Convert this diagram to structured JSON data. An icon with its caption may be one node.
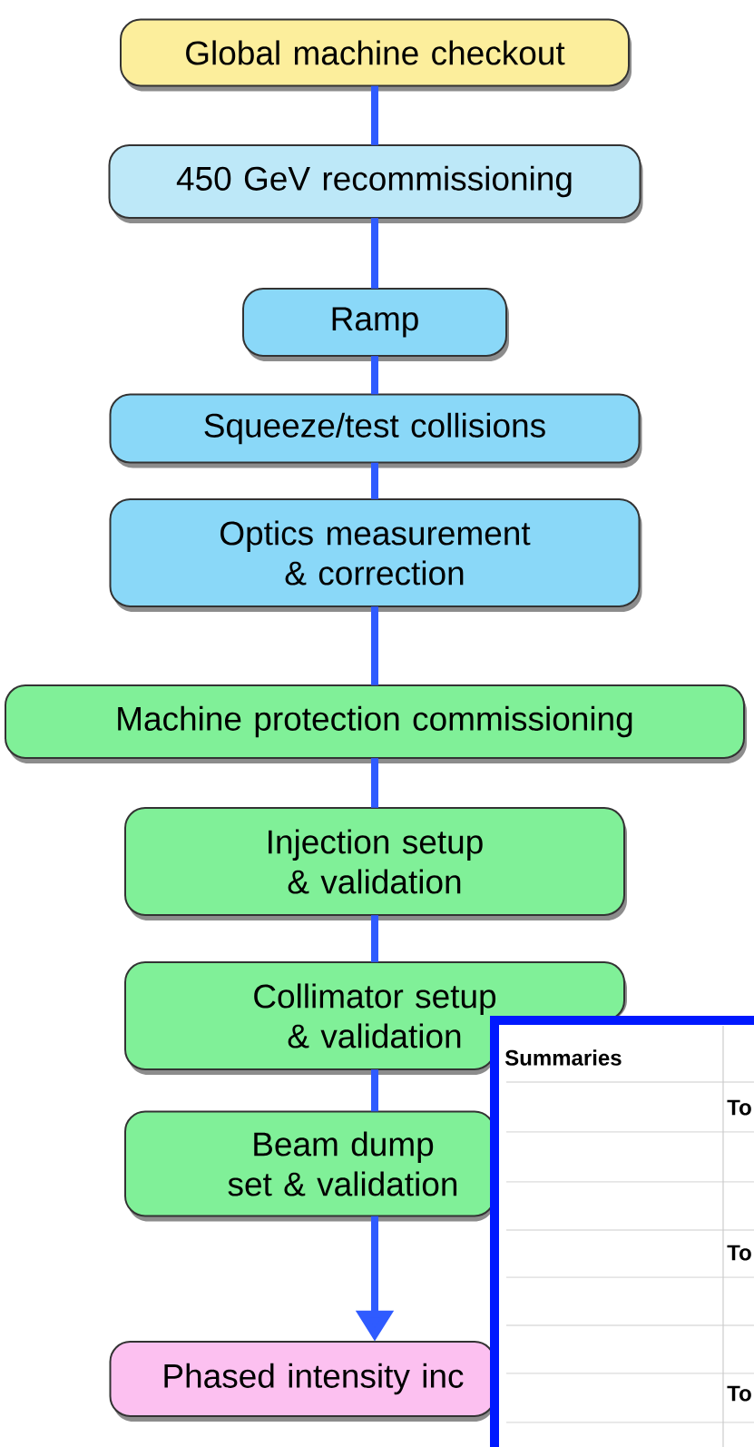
{
  "diagram": {
    "nodes": [
      {
        "text": [
          "Global machine checkout"
        ]
      },
      {
        "text": [
          "450 GeV recommissioning"
        ]
      },
      {
        "text": [
          "Ramp"
        ]
      },
      {
        "text": [
          "Squeeze/test collisions"
        ]
      },
      {
        "text": [
          "Optics measurement & correction"
        ]
      },
      {
        "text": [
          "Machine protection commissioning"
        ]
      },
      {
        "text": [
          "Injection setup & validation"
        ]
      },
      {
        "text": [
          "Collimator setup & validation"
        ]
      },
      {
        "text": [
          "Beam dump set & validation"
        ]
      },
      {
        "text": [
          "Phased intensity inc"
        ]
      }
    ],
    "edges": [
      {
        "from": 0,
        "to": 1,
        "arrow": "none"
      },
      {
        "from": 1,
        "to": 2,
        "arrow": "none"
      },
      {
        "from": 2,
        "to": 3,
        "arrow": "none"
      },
      {
        "from": 3,
        "to": 4,
        "arrow": "none"
      },
      {
        "from": 4,
        "to": 5,
        "arrow": "none"
      },
      {
        "from": 5,
        "to": 6,
        "arrow": "none"
      },
      {
        "from": 6,
        "to": 7,
        "arrow": "none"
      },
      {
        "from": 7,
        "to": 8,
        "arrow": "none"
      },
      {
        "from": 8,
        "to": 9,
        "arrow": "to"
      }
    ],
    "labels": [
      "Summaries",
      "To",
      "To",
      "To"
    ]
  }
}
